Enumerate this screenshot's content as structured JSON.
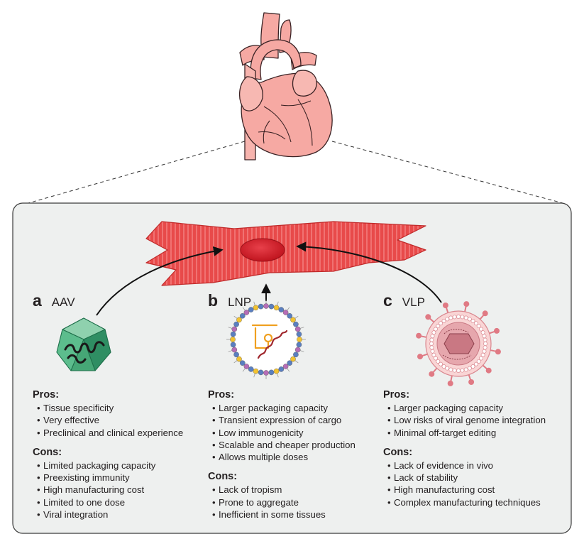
{
  "panels": [
    {
      "letter": "a",
      "name": "AAV",
      "pros_heading": "Pros:",
      "pros": [
        "Tissue specificity",
        "Very effective",
        "Preclinical and clinical experience"
      ],
      "cons_heading": "Cons:",
      "cons": [
        "Limited packaging capacity",
        "Preexisting immunity",
        "High manufacturing cost",
        "Limited to one dose",
        "Viral integration"
      ],
      "colors": {
        "capsid": "#3fa679",
        "capsid_light": "#8fd1ae",
        "capsid_dark": "#1e6f4a"
      }
    },
    {
      "letter": "b",
      "name": "LNP",
      "pros_heading": "Pros:",
      "pros": [
        "Larger packaging capacity",
        "Transient expression of cargo",
        "Low immunogenicity",
        "Scalable and cheaper production",
        "Allows multiple doses"
      ],
      "cons_heading": "Cons:",
      "cons": [
        "Lack of tropism",
        "Prone to aggregate",
        "Inefficient in some tissues"
      ],
      "colors": {
        "lipid_head_a": "#f2c230",
        "lipid_head_b": "#5a7fc0",
        "lipid_head_c": "#b66db7",
        "cargo": "#f0a020",
        "rna": "#a0282e"
      }
    },
    {
      "letter": "c",
      "name": "VLP",
      "pros_heading": "Pros:",
      "pros": [
        "Larger packaging capacity",
        "Low risks of viral genome integration",
        "Minimal off-target editing"
      ],
      "cons_heading": "Cons:",
      "cons": [
        "Lack of evidence in vivo",
        "Lack of stability",
        "High manufacturing cost",
        "Complex manufacturing techniques"
      ],
      "colors": {
        "envelope": "#f5c2c2",
        "spike": "#e07a84",
        "core": "#c97883"
      }
    }
  ],
  "colors": {
    "heart": "#f6a9a3",
    "heart_outline": "#3a2224",
    "muscle_cell": "#e84a4a",
    "nucleus": "#d21e2a",
    "panel_bg": "#eef0ef",
    "panel_border": "#3a3a3a",
    "text": "#231f20"
  }
}
